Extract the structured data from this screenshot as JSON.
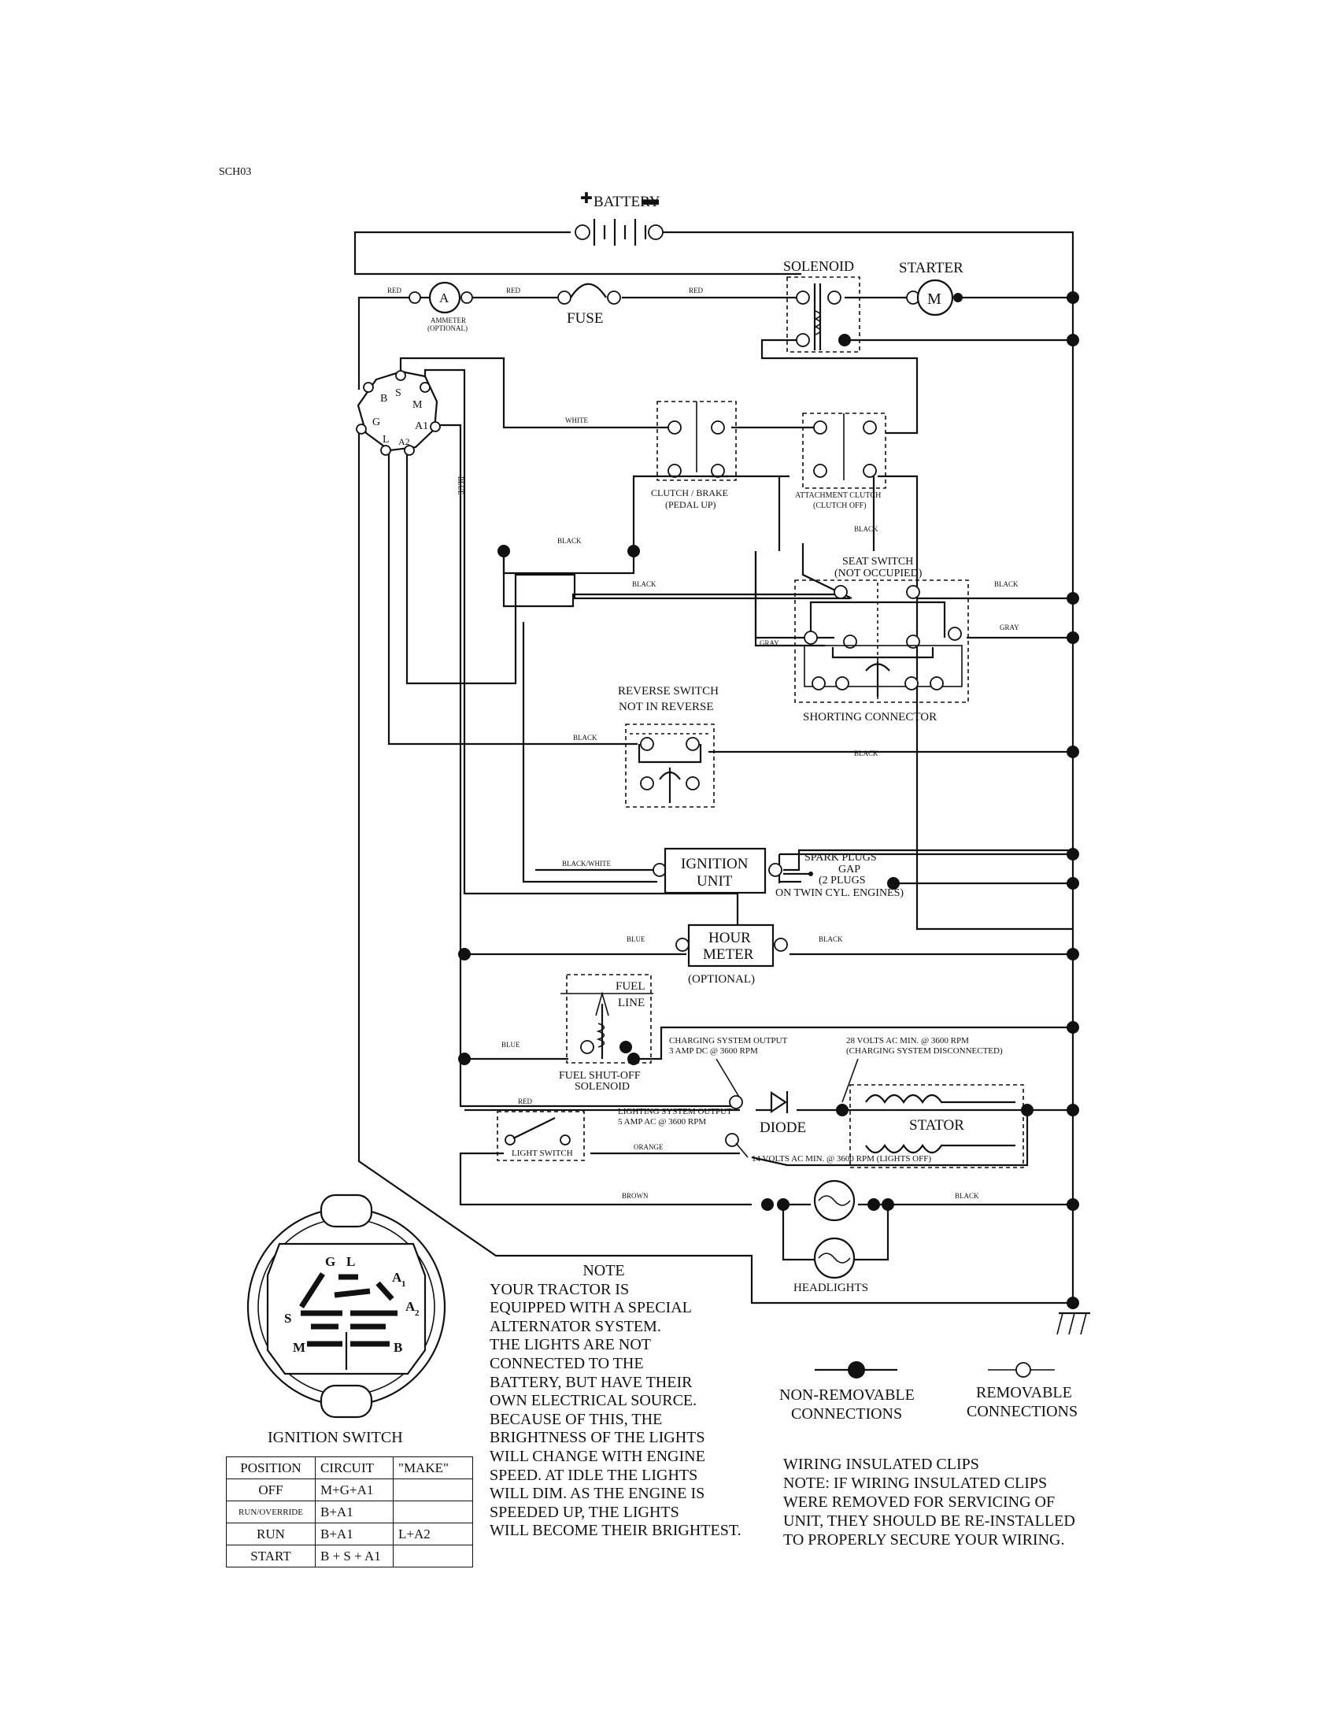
{
  "diagram": {
    "code": "SCH03",
    "components": {
      "battery": "BATTERY",
      "solenoid": "SOLENOID",
      "starter": "STARTER",
      "starter_symbol": "M",
      "ammeter_symbol": "A",
      "ammeter_1": "AMMETER",
      "ammeter_2": "(OPTIONAL)",
      "fuse": "FUSE",
      "clutch_brake_1": "CLUTCH / BRAKE",
      "clutch_brake_2": "(PEDAL UP)",
      "attachment_clutch_1": "ATTACHMENT CLUTCH",
      "attachment_clutch_2": "(CLUTCH OFF)",
      "seat_switch_1": "SEAT SWITCH",
      "seat_switch_2": "(NOT OCCUPIED)",
      "shorting_connector": "SHORTING CONNECTOR",
      "reverse_switch_1": "REVERSE SWITCH",
      "reverse_switch_2": "NOT IN REVERSE",
      "ignition_unit_1": "IGNITION",
      "ignition_unit_2": "UNIT",
      "spark_plugs_1": "SPARK PLUGS",
      "spark_plugs_2": "GAP",
      "spark_plugs_3": "(2 PLUGS",
      "spark_plugs_4": "ON TWIN CYL. ENGINES)",
      "hour_meter_1": "HOUR",
      "hour_meter_2": "METER",
      "hour_meter_3": "(OPTIONAL)",
      "fuel_line_1": "FUEL",
      "fuel_line_2": "LINE",
      "fuel_solenoid_1": "FUEL SHUT-OFF",
      "fuel_solenoid_2": "SOLENOID",
      "charging_output_1": "CHARGING SYSTEM OUTPUT",
      "charging_output_2": "3 AMP DC @ 3600 RPM",
      "volts_28_1": "28 VOLTS AC MIN. @ 3600 RPM",
      "volts_28_2": "(CHARGING SYSTEM DISCONNECTED)",
      "lighting_output_1": "LIGHTING SYSTEM OUTPUT",
      "lighting_output_2": "5 AMP AC @ 3600 RPM",
      "diode": "DIODE",
      "stator": "STATOR",
      "light_switch": "LIGHT SWITCH",
      "volts_14": "14 VOLTS AC MIN. @ 3600 RPM (LIGHTS OFF)",
      "headlights": "HEADLIGHTS"
    },
    "wires": {
      "red1": "RED",
      "red2": "RED",
      "red3": "RED",
      "red4": "RED",
      "white": "WHITE",
      "blue_vert": "BLUE",
      "black1": "BLACK",
      "black2": "BLACK",
      "black3": "BLACK",
      "black4": "BLACK",
      "black5": "BLACK",
      "black6": "BLACK",
      "black7": "BLACK",
      "black8": "BLACK",
      "gray1": "GRAY",
      "gray2": "GRAY",
      "black_white": "BLACK/WHITE",
      "blue1": "BLUE",
      "blue2": "BLUE",
      "orange": "ORANGE",
      "brown": "BROWN"
    },
    "switch_terminals": {
      "b": "B",
      "s": "S",
      "m": "M",
      "g": "G",
      "a1": "A1",
      "l": "L",
      "a2": "A2"
    }
  },
  "ignition_switch": {
    "title": "IGNITION SWITCH",
    "face_labels": {
      "g": "G",
      "l": "L",
      "a1": "A",
      "a2": "A",
      "a1_sub": "1",
      "a2_sub": "2",
      "s": "S",
      "m": "M",
      "b": "B"
    },
    "table": {
      "headers": [
        "POSITION",
        "CIRCUIT",
        "\"MAKE\""
      ],
      "rows": [
        {
          "position": "OFF",
          "circuit": "M+G+A1",
          "make": ""
        },
        {
          "position": "RUN/OVERRIDE",
          "circuit": "B+A1",
          "make": ""
        },
        {
          "position": "RUN",
          "circuit": "B+A1",
          "make": "L+A2"
        },
        {
          "position": "START",
          "circuit": "B + S + A1",
          "make": ""
        }
      ]
    }
  },
  "note": {
    "title": "NOTE",
    "lines": [
      "YOUR TRACTOR IS",
      "EQUIPPED WITH A SPECIAL",
      "ALTERNATOR SYSTEM.",
      "THE LIGHTS ARE NOT",
      "CONNECTED TO THE",
      "BATTERY, BUT HAVE THEIR",
      "OWN ELECTRICAL SOURCE.",
      "BECAUSE OF THIS, THE",
      "BRIGHTNESS OF THE LIGHTS",
      "WILL CHANGE WITH ENGINE",
      "SPEED.  AT IDLE THE LIGHTS",
      "WILL DIM.  AS THE ENGINE IS",
      "SPEEDED UP, THE LIGHTS",
      "WILL BECOME THEIR BRIGHTEST."
    ]
  },
  "legend": {
    "non_removable_1": "NON-REMOVABLE",
    "non_removable_2": "CONNECTIONS",
    "removable_1": "REMOVABLE",
    "removable_2": "CONNECTIONS"
  },
  "clips": {
    "title": "WIRING INSULATED CLIPS",
    "lines": [
      "NOTE:  IF WIRING INSULATED CLIPS",
      "WERE REMOVED FOR SERVICING OF",
      "UNIT, THEY SHOULD BE RE-INSTALLED",
      "TO PROPERLY SECURE YOUR WIRING."
    ]
  }
}
